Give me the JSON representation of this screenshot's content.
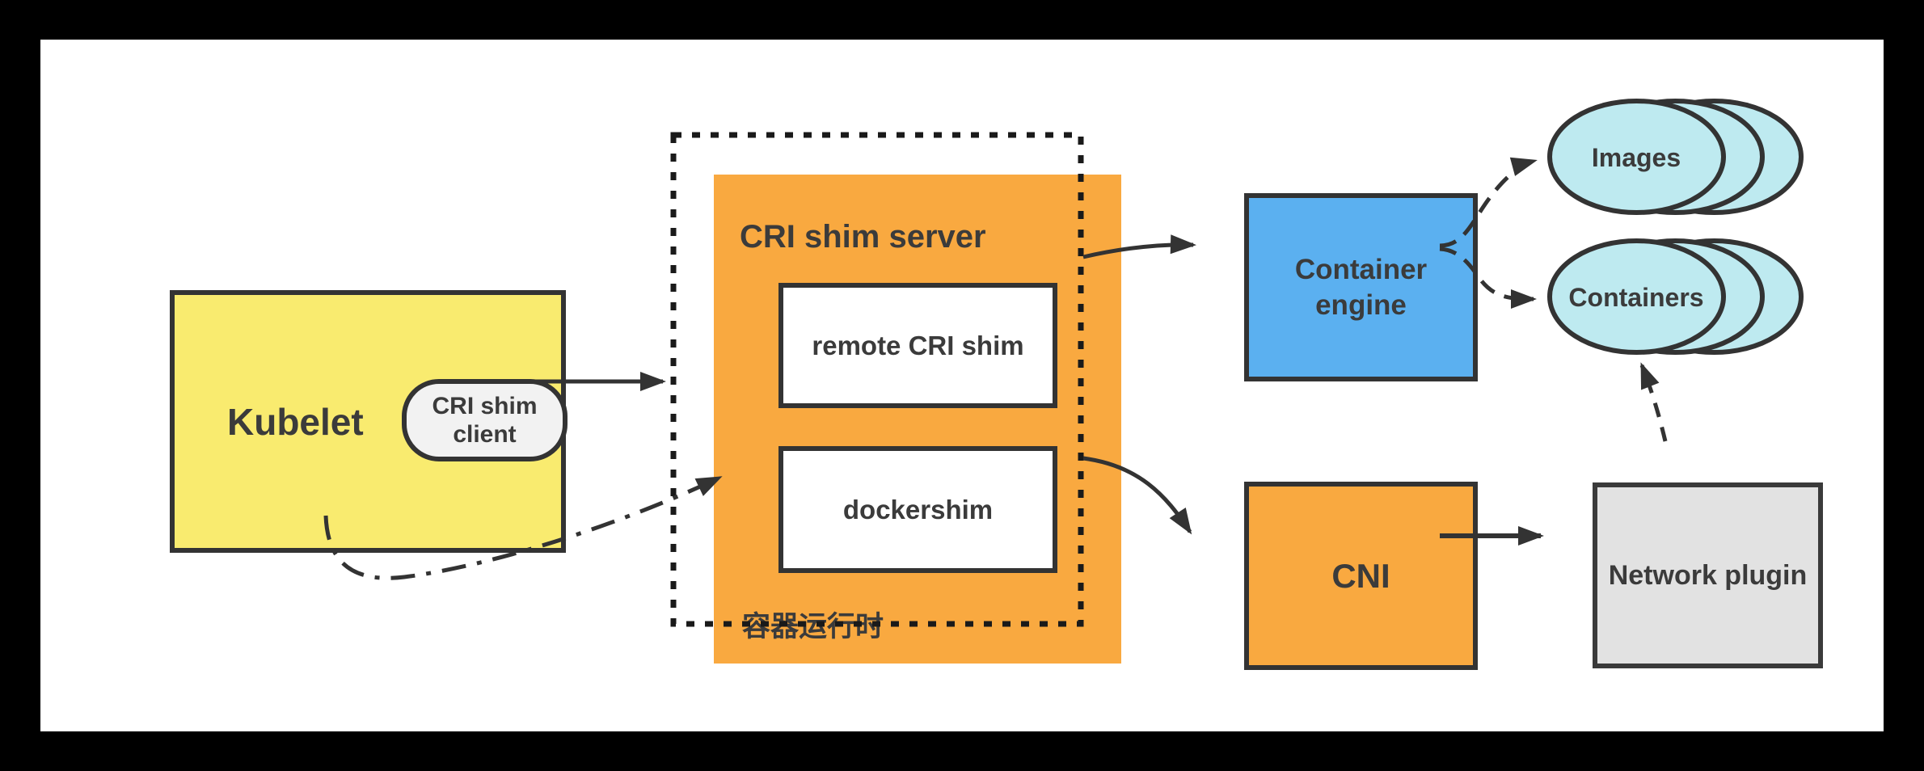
{
  "diagram": {
    "description": "Kubernetes CRI shim architecture diagram",
    "colors": {
      "background": "#000000",
      "surface": "#ffffff",
      "kubelet_yellow": "#F9EB6F",
      "server_orange": "#F9A940",
      "engine_blue": "#5BB0F0",
      "stack_cyan": "#BEEAF0",
      "pill_gray": "#F2F2F2",
      "plugin_gray": "#E2E2E2",
      "line_dark": "#333333"
    },
    "nodes": {
      "kubelet": {
        "label": "Kubelet"
      },
      "cri_shim_client": {
        "line1": "CRI shim",
        "line2": "client"
      },
      "cri_shim_server": {
        "title": "CRI shim server",
        "footer": "容器运行时"
      },
      "remote_cri_shim": {
        "label": "remote CRI shim"
      },
      "dockershim": {
        "label": "dockershim"
      },
      "container_engine": {
        "line1": "Container",
        "line2": "engine"
      },
      "cni": {
        "label": "CNI"
      },
      "network_plugin": {
        "label": "Network plugin"
      },
      "images": {
        "label": "Images"
      },
      "containers": {
        "label": "Containers"
      }
    },
    "edges": [
      {
        "from": "cri_shim_client",
        "to": "cri_shim_server",
        "style": "solid"
      },
      {
        "from": "kubelet",
        "to": "dockershim",
        "style": "dash-dot"
      },
      {
        "from": "cri_shim_server",
        "to": "container_engine",
        "style": "solid"
      },
      {
        "from": "cri_shim_server",
        "to": "cni",
        "style": "solid"
      },
      {
        "from": "cni",
        "to": "network_plugin",
        "style": "solid"
      },
      {
        "from": "container_engine",
        "to": "images",
        "style": "dashed"
      },
      {
        "from": "container_engine",
        "to": "containers",
        "style": "dashed"
      },
      {
        "from": "network_plugin",
        "to": "containers",
        "style": "dashed"
      }
    ]
  }
}
